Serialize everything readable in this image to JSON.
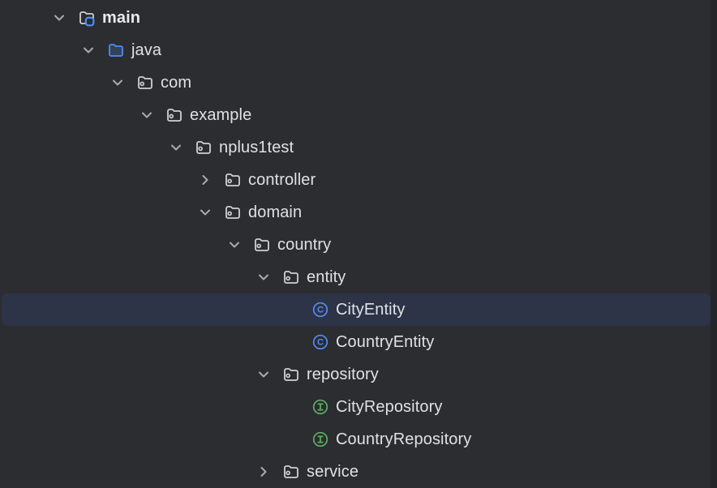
{
  "colors": {
    "background": "#2b2d30",
    "right_edge_strip": "#232528",
    "selection_background": "#2d3447",
    "text": "#dfe1e5",
    "text_bold": "#e8eaed",
    "chevron": "#a7abb3",
    "folder_outline": "#ced0d6",
    "accent_blue": "#548af7",
    "source_folder_fill": "rgba(84,138,247,0.22)",
    "interface_green": "#5fad65"
  },
  "tree": {
    "items": [
      {
        "label": "main",
        "level": 0,
        "type": "module-folder",
        "chevron": "down",
        "bold": true,
        "selected": false
      },
      {
        "label": "java",
        "level": 1,
        "type": "source-folder",
        "chevron": "down",
        "bold": false,
        "selected": false
      },
      {
        "label": "com",
        "level": 2,
        "type": "package",
        "chevron": "down",
        "bold": false,
        "selected": false
      },
      {
        "label": "example",
        "level": 3,
        "type": "package",
        "chevron": "down",
        "bold": false,
        "selected": false
      },
      {
        "label": "nplus1test",
        "level": 4,
        "type": "package",
        "chevron": "down",
        "bold": false,
        "selected": false
      },
      {
        "label": "controller",
        "level": 5,
        "type": "package",
        "chevron": "right",
        "bold": false,
        "selected": false
      },
      {
        "label": "domain",
        "level": 5,
        "type": "package",
        "chevron": "down",
        "bold": false,
        "selected": false
      },
      {
        "label": "country",
        "level": 6,
        "type": "package",
        "chevron": "down",
        "bold": false,
        "selected": false
      },
      {
        "label": "entity",
        "level": 7,
        "type": "package",
        "chevron": "down",
        "bold": false,
        "selected": false
      },
      {
        "label": "CityEntity",
        "level": 8,
        "type": "class",
        "chevron": "none",
        "bold": false,
        "selected": true
      },
      {
        "label": "CountryEntity",
        "level": 8,
        "type": "class",
        "chevron": "none",
        "bold": false,
        "selected": false
      },
      {
        "label": "repository",
        "level": 7,
        "type": "package",
        "chevron": "down",
        "bold": false,
        "selected": false
      },
      {
        "label": "CityRepository",
        "level": 8,
        "type": "interface",
        "chevron": "none",
        "bold": false,
        "selected": false
      },
      {
        "label": "CountryRepository",
        "level": 8,
        "type": "interface",
        "chevron": "none",
        "bold": false,
        "selected": false
      },
      {
        "label": "service",
        "level": 7,
        "type": "package",
        "chevron": "right",
        "bold": false,
        "selected": false
      }
    ]
  }
}
